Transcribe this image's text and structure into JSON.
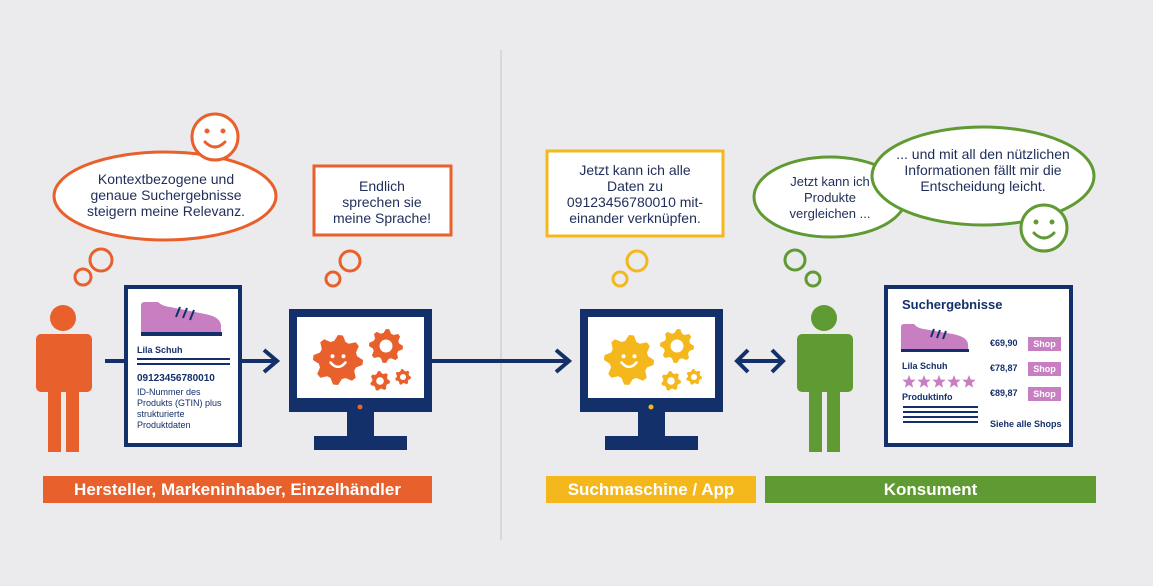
{
  "colors": {
    "orange": "#e8602c",
    "yellow": "#f4b81c",
    "green": "#5f9a32",
    "navy": "#14306b",
    "purple": "#c77fc2",
    "background": "#ebebee"
  },
  "bubbles": {
    "manufacturer": "Kontextbezogene und genaue Suchergebnisse steigern meine Relevanz.",
    "manufacturer_computer": "Endlich sprechen sie meine Sprache!",
    "search_engine": "Jetzt kann ich alle Daten zu 09123456780010 mit-einander verknüpfen.",
    "consumer_left": "Jetzt kann ich Produkte vergleichen ...",
    "consumer_right": "... und mit all den nützlichen Informationen fällt mir die Entscheidung leicht."
  },
  "product_card": {
    "name": "Lila Schuh",
    "gtin": "09123456780010",
    "description": "ID-Nummer des Produkts (GTIN) plus strukturierte Produktdaten"
  },
  "results_card": {
    "title": "Suchergebnisse",
    "product_name": "Lila Schuh",
    "info_label": "Produktinfo",
    "stars": 5,
    "offers": [
      {
        "price": "€69,90",
        "button": "Shop"
      },
      {
        "price": "€78,87",
        "button": "Shop"
      },
      {
        "price": "€89,87",
        "button": "Shop"
      }
    ],
    "footer_link": "Siehe alle Shops"
  },
  "bars": {
    "manufacturer": "Hersteller, Markeninhaber, Einzelhändler",
    "search_engine": "Suchmaschine / App",
    "consumer": "Konsument"
  }
}
